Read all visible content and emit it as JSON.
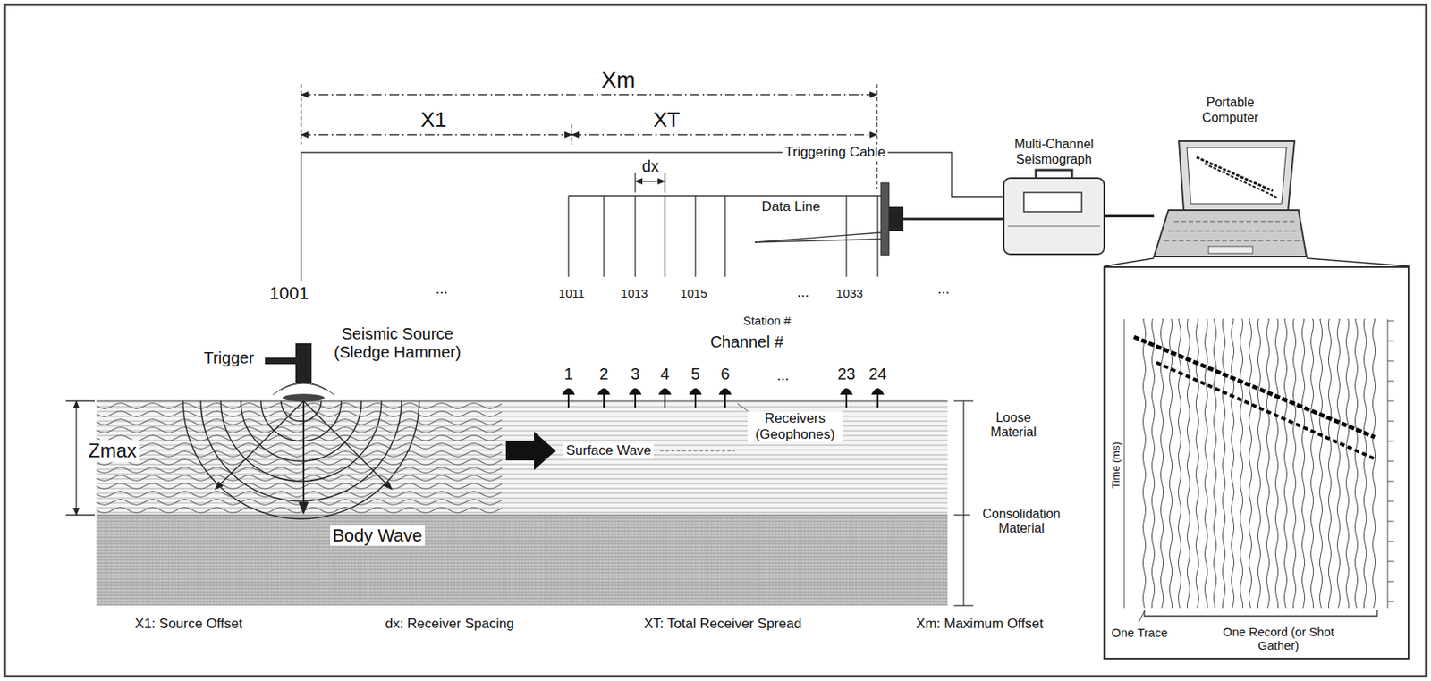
{
  "diagram": {
    "nodes": [
      {
        "text": [
          "Multi-Channel Seismograph"
        ]
      },
      {
        "text": [
          "Portable Computer"
        ]
      },
      {
        "text": [
          "One Trace",
          "One Record (or Shot Gather)"
        ]
      }
    ],
    "edges": [
      {
        "from": 0,
        "to": 1,
        "arrow": "none"
      },
      {
        "from": 1,
        "to": 2,
        "arrow": "none"
      }
    ],
    "labels": [
      "Xm",
      "X1",
      "XT",
      "Triggering Cable",
      "dx",
      "Data Line",
      "1001",
      "...",
      "1011",
      "1013",
      "1015",
      "...",
      "Station #",
      "1033",
      "...",
      "Channel #",
      "Trigger",
      "Seismic Source (Sledge Hammer)",
      "1",
      "2",
      "3",
      "4",
      "5",
      "6",
      "...",
      "23",
      "24",
      "Receivers (Geophones)",
      "Surface Wave",
      "Loose Material",
      "Consolidation Material",
      "Zmax",
      "Body Wave",
      "X1: Source Offset",
      "dx: Receiver Spacing",
      "XT: Total Receiver Spread",
      "Xm: Maximum Offset",
      "Time (ms)"
    ]
  }
}
